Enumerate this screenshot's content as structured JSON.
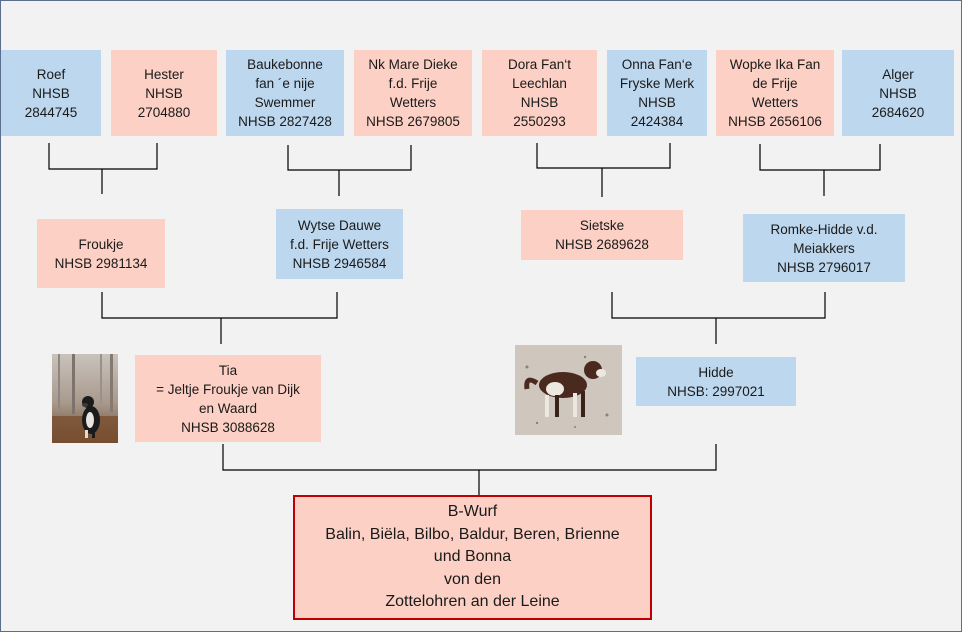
{
  "generation1": [
    {
      "id": "roef",
      "text": "Roef\nNHSB\n2844745",
      "sex": "male"
    },
    {
      "id": "hester",
      "text": "Hester\nNHSB\n2704880",
      "sex": "female"
    },
    {
      "id": "baukebonne",
      "text": "Baukebonne\nfan ´e nije\nSwemmer\nNHSB 2827428",
      "sex": "male"
    },
    {
      "id": "nk-mare-dieke",
      "text": "Nk Mare Dieke\nf.d. Frije\nWetters\nNHSB 2679805",
      "sex": "female"
    },
    {
      "id": "dora",
      "text": "Dora Fan‘t\nLeechlan\nNHSB\n2550293",
      "sex": "female"
    },
    {
      "id": "onna",
      "text": "Onna Fan‘e\nFryske Merk\nNHSB\n2424384",
      "sex": "male"
    },
    {
      "id": "wopke",
      "text": "Wopke Ika Fan\nde Frije\nWetters\nNHSB 2656106",
      "sex": "female"
    },
    {
      "id": "alger",
      "text": "Alger\nNHSB\n2684620",
      "sex": "male"
    }
  ],
  "generation2": [
    {
      "id": "froukje",
      "text": "Froukje\nNHSB 2981134",
      "sex": "female"
    },
    {
      "id": "wytse",
      "text": "Wytse Dauwe\nf.d. Frije Wetters\nNHSB 2946584",
      "sex": "male"
    },
    {
      "id": "sietske",
      "text": "Sietske\nNHSB   2689628",
      "sex": "female"
    },
    {
      "id": "romke",
      "text": "Romke-Hidde v.d.\nMeiakkers\nNHSB 2796017",
      "sex": "male"
    }
  ],
  "parents": {
    "mother": {
      "text": "Tia\n= Jeltje Froukje  van Dijk\nen Waard\nNHSB 3088628",
      "sex": "female"
    },
    "father": {
      "text": "Hidde\nNHSB: 2997021",
      "sex": "male"
    }
  },
  "litter": {
    "text": "B-Wurf\nBalin, Biëla, Bilbo, Baldur, Beren, Brienne\nund Bonna\nvon den\nZottelohren an der Leine"
  },
  "colors": {
    "male_box": "#bdd7ee",
    "female_box": "#fcd0c4",
    "litter_border": "#c00000",
    "connector": "#000000"
  }
}
